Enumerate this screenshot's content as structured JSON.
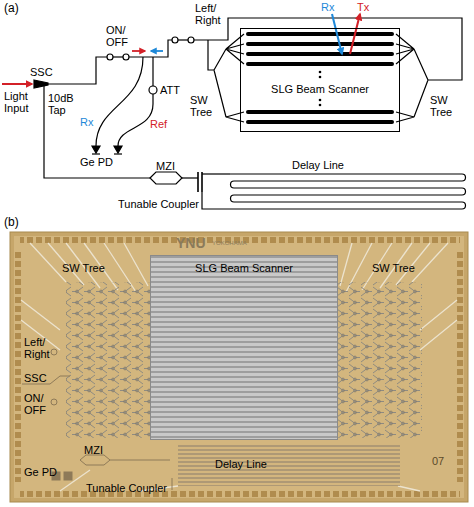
{
  "diagram": {
    "nodes": [
      {
        "text": [
          "SLG Beam Scanner"
        ]
      },
      {
        "text": [
          "SLG Beam Scanner"
        ]
      }
    ],
    "labels": [
      "(a)",
      "ON/ OFF",
      "Left/ Right",
      "Rx",
      "Tx",
      "SSC",
      "Light Input",
      "10dB Tap",
      "ATT",
      "Rx",
      "Ref",
      "SW Tree",
      "SW Tree",
      "Ge PD",
      "MZI",
      "Delay Line",
      "Tunable Coupler",
      "(b)",
      "SW Tree",
      "SW Tree",
      "Left/ Right",
      "SSC",
      "ON/ OFF",
      "MZI",
      "Ge PD",
      "Delay Line",
      "Tunable Coupler",
      "YNU",
      "YOKOHAMA",
      "07"
    ]
  }
}
